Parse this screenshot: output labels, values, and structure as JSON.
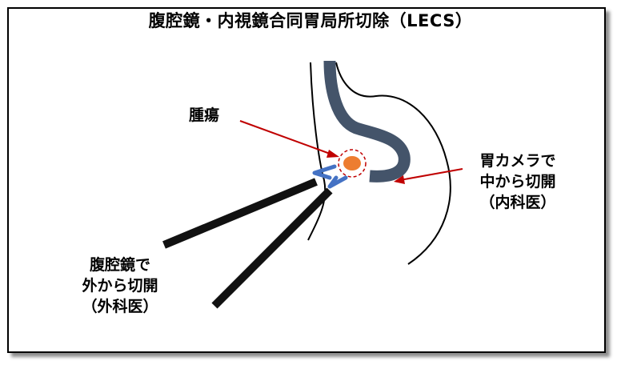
{
  "title": "腹腔鏡・内視鏡合同胃局所切除（LECS）",
  "labels": {
    "tumor": "腫瘍",
    "internal_line1": "胃カメラで",
    "internal_line2": "中から切開",
    "internal_line3": "（内科医）",
    "external_line1": "腹腔鏡で",
    "external_line2": "外から切開",
    "external_line3": "（外科医）"
  },
  "colors": {
    "endoscope": "#44546a",
    "tumor": "#ed7d31",
    "arrow": "#c00000",
    "forceps": "#4472c4",
    "instrument": "#1a1a1a"
  }
}
